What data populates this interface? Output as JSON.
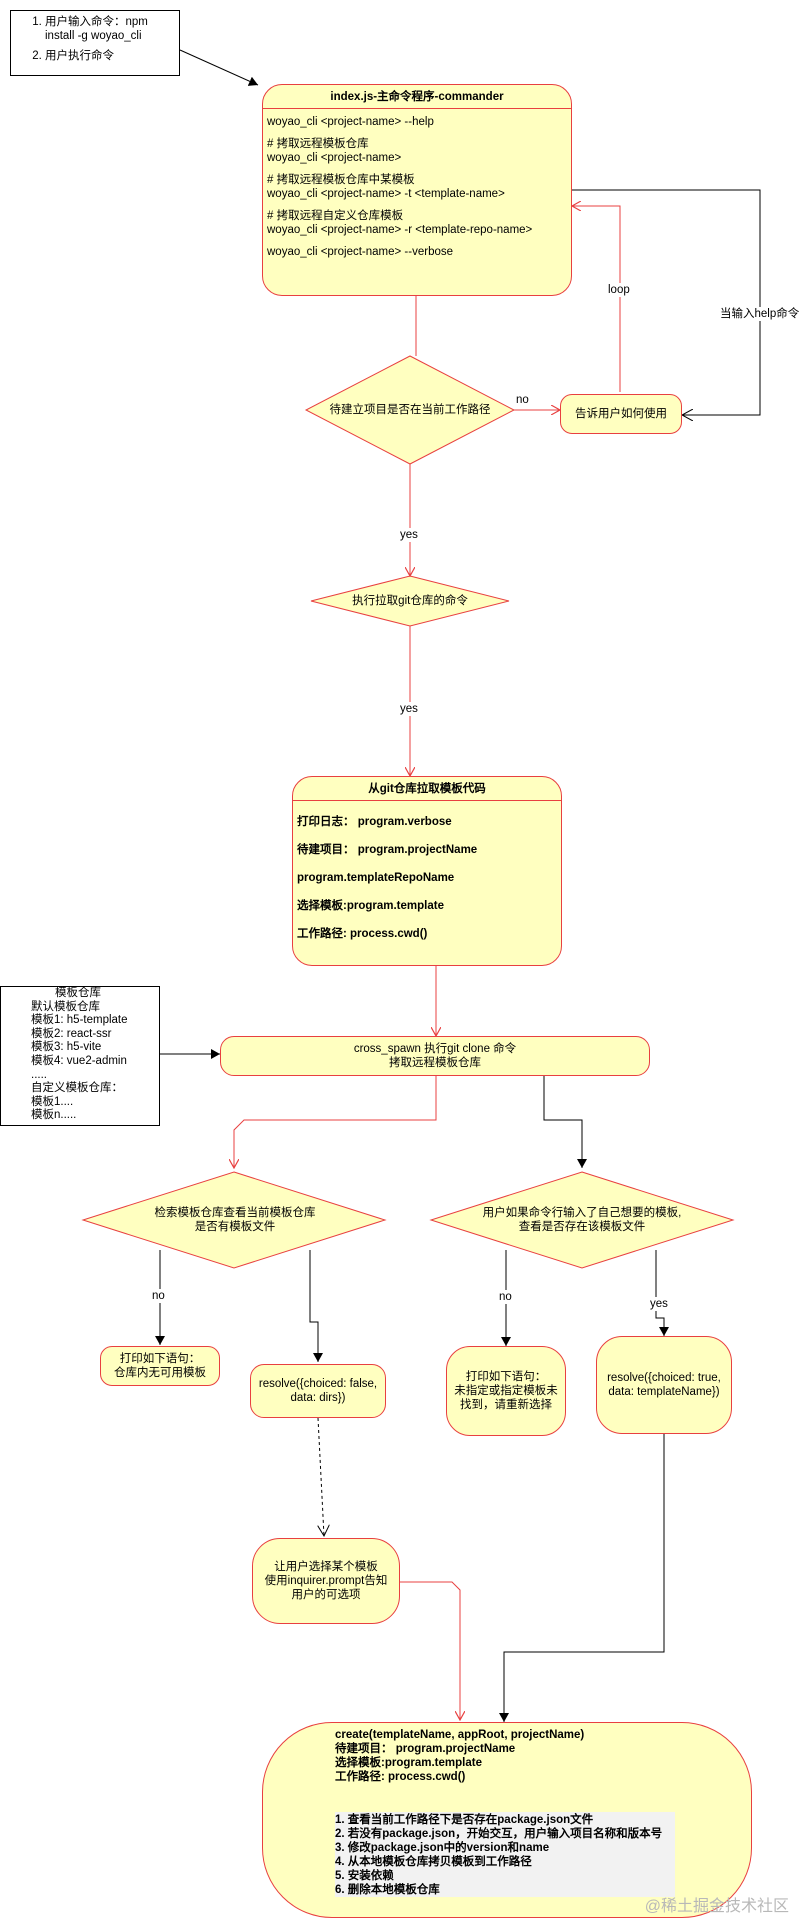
{
  "input_note": {
    "steps": [
      "用户输入命令：npm install -g woyao_cli",
      "用户执行命令"
    ]
  },
  "main_program": {
    "title": "index.js-主命令程序-commander",
    "lines": [
      "woyao_cli <project-name> --help",
      "",
      "# 拷取远程模板仓库",
      "woyao_cli <project-name>",
      "",
      "# 拷取远程模板仓库中某模板",
      "woyao_cli <project-name> -t <template-name>",
      "",
      "# 拷取远程自定义仓库模板",
      "woyao_cli  <project-name> -r <template-repo-name>",
      "",
      "woyao_cli  <project-name> --verbose"
    ]
  },
  "decision_path": "待建立项目是否在当前工作路径",
  "tell_usage": "告诉用户如何使用",
  "git_command": "执行拉取git仓库的命令",
  "labels": {
    "no": "no",
    "yes": "yes",
    "loop": "loop",
    "help": "当输入help命令"
  },
  "pull_code": {
    "title": "从git仓库拉取模板代码",
    "lines": [
      "打印日志：  program.verbose",
      "待建项目：  program.projectName",
      "program.templateRepoName",
      "选择模板:program.template",
      "工作路径: process.cwd()"
    ]
  },
  "repo_note": {
    "title": "模板仓库",
    "lines": [
      "默认模板仓库",
      "模板1: h5-template",
      "模板2: react-ssr",
      "模板3: h5-vite",
      "模板4: vue2-admin",
      ".....",
      "自定义模板仓库：",
      "模板1....",
      "模板n....."
    ]
  },
  "clone": {
    "line1": "cross_spawn 执行git clone 命令",
    "line2": "拷取远程模板仓库"
  },
  "check_has_template": {
    "line1": "检索模板仓库查看当前模板仓库",
    "line2": "是否有模板文件"
  },
  "check_specified": {
    "line1": "用户如果命令行输入了自己想要的模板,",
    "line2": "查看是否存在该模板文件"
  },
  "print_none": {
    "line1": "打印如下语句：",
    "line2": "仓库内无可用模板"
  },
  "resolve_false": {
    "line1": "resolve({choiced: false,",
    "line2": "data: dirs})"
  },
  "print_not_found": {
    "line1": "打印如下语句：",
    "line2": "未指定或指定模板未",
    "line3": "找到，请重新选择"
  },
  "resolve_true": {
    "line1": "resolve({choiced: true,",
    "line2": "data: templateName})"
  },
  "prompt_select": {
    "line1": "让用户选择某个模板",
    "line2": "使用inquirer.prompt告知",
    "line3": "用户的可选项"
  },
  "create": {
    "lines": [
      "create(templateName, appRoot, projectName)",
      "待建项目：  program.projectName",
      "选择模板:program.template",
      "工作路径: process.cwd()"
    ],
    "steps": [
      "1. 查看当前工作路径下是否存在package.json文件",
      "2. 若没有package.json，开始交互，用户输入项目名称和版本号",
      "3. 修改package.json中的version和name",
      "4. 从本地模板仓库拷贝模板到工作路径",
      "5. 安装依赖",
      "6. 删除本地模板仓库"
    ]
  },
  "watermark": "@稀土掘金技术社区"
}
